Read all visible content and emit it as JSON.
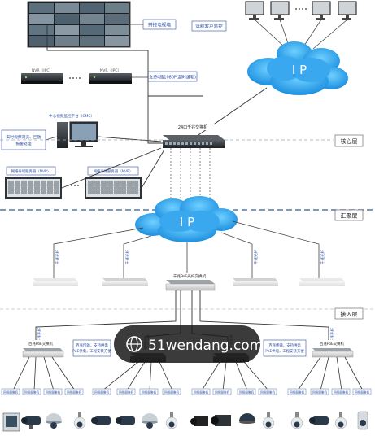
{
  "video_wall_label": "拼接电视墙",
  "remote_monitor_label": "远程客户监控",
  "cloud_label": "I P",
  "recorder_a_label": "NVR（IPC）",
  "recorder_b_label": "NVR（IPC）",
  "decoder_note": "支持4路1080P(超时编辑)",
  "video_platform_label": "中心视频监控平台（CMS）",
  "workstation_note": [
    "实时视频浏览、回放",
    "报警处理"
  ],
  "storage_a_label": "网络存储服务器（NVR）",
  "storage_b_label": "网络存储服务器（NVR）",
  "core_switch_label": "24口千兆交换机",
  "core_layer_label": "核心层",
  "agg_layer_label": "汇聚层",
  "access_layer_label": "接入层",
  "fiber_label": "千兆光纤",
  "agg_switch_label": "千兆PoE光纤交换机",
  "access_switch_label": "百兆PoE交换机",
  "note_left": [
    "百兆传输，支持供电",
    "PoE供电，工程安装方便"
  ],
  "note_right": [
    "百兆传输，支持供电",
    "PoE供电，工程安装方便"
  ],
  "camera_label": "网络摄像机",
  "watermark_text": "51wendang.com"
}
